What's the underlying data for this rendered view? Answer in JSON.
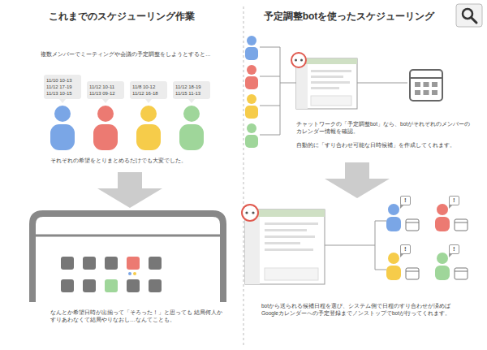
{
  "diagram": {
    "nodes": [
      {
        "text": [
          "11/10 10-13 11/12 17-19 11/13 10-15"
        ]
      },
      {
        "text": [
          "11/12 10-11 11/13 09-12"
        ]
      },
      {
        "text": [
          "11/8 10-12 11/12 16-18"
        ]
      },
      {
        "text": [
          "11/12 18-19 11/15 11-13"
        ]
      },
      {
        "text": [
          "!"
        ]
      },
      {
        "text": [
          "!"
        ]
      },
      {
        "text": [
          "!"
        ]
      },
      {
        "text": [
          "!"
        ]
      }
    ],
    "labels": [
      "これまでのスケジューリング作業",
      "予定調整botを使ったスケジューリング",
      "複数メンバーでミーティングや会議の予定調整をしようとすると…",
      "それぞれの希望をとりまとめるだけでも大変でした。",
      "なんとか希望日時が出揃って「そろった！」と思っても 結局何人かすりあわなくて結局やりなおし…なんてことも。",
      "チャットワークの「予定調整bot」なら、botがそれぞれのメンバーのカレンダー情報を確認。",
      "自動的に「すり合わせ可能な日時候補」を作成してくれます。",
      "botから送られる候補日程を選び、システム側で日程のすり合わせが済めば Googleカレンダーへの予定登録までノンストップでbotが行ってくれます。"
    ]
  }
}
